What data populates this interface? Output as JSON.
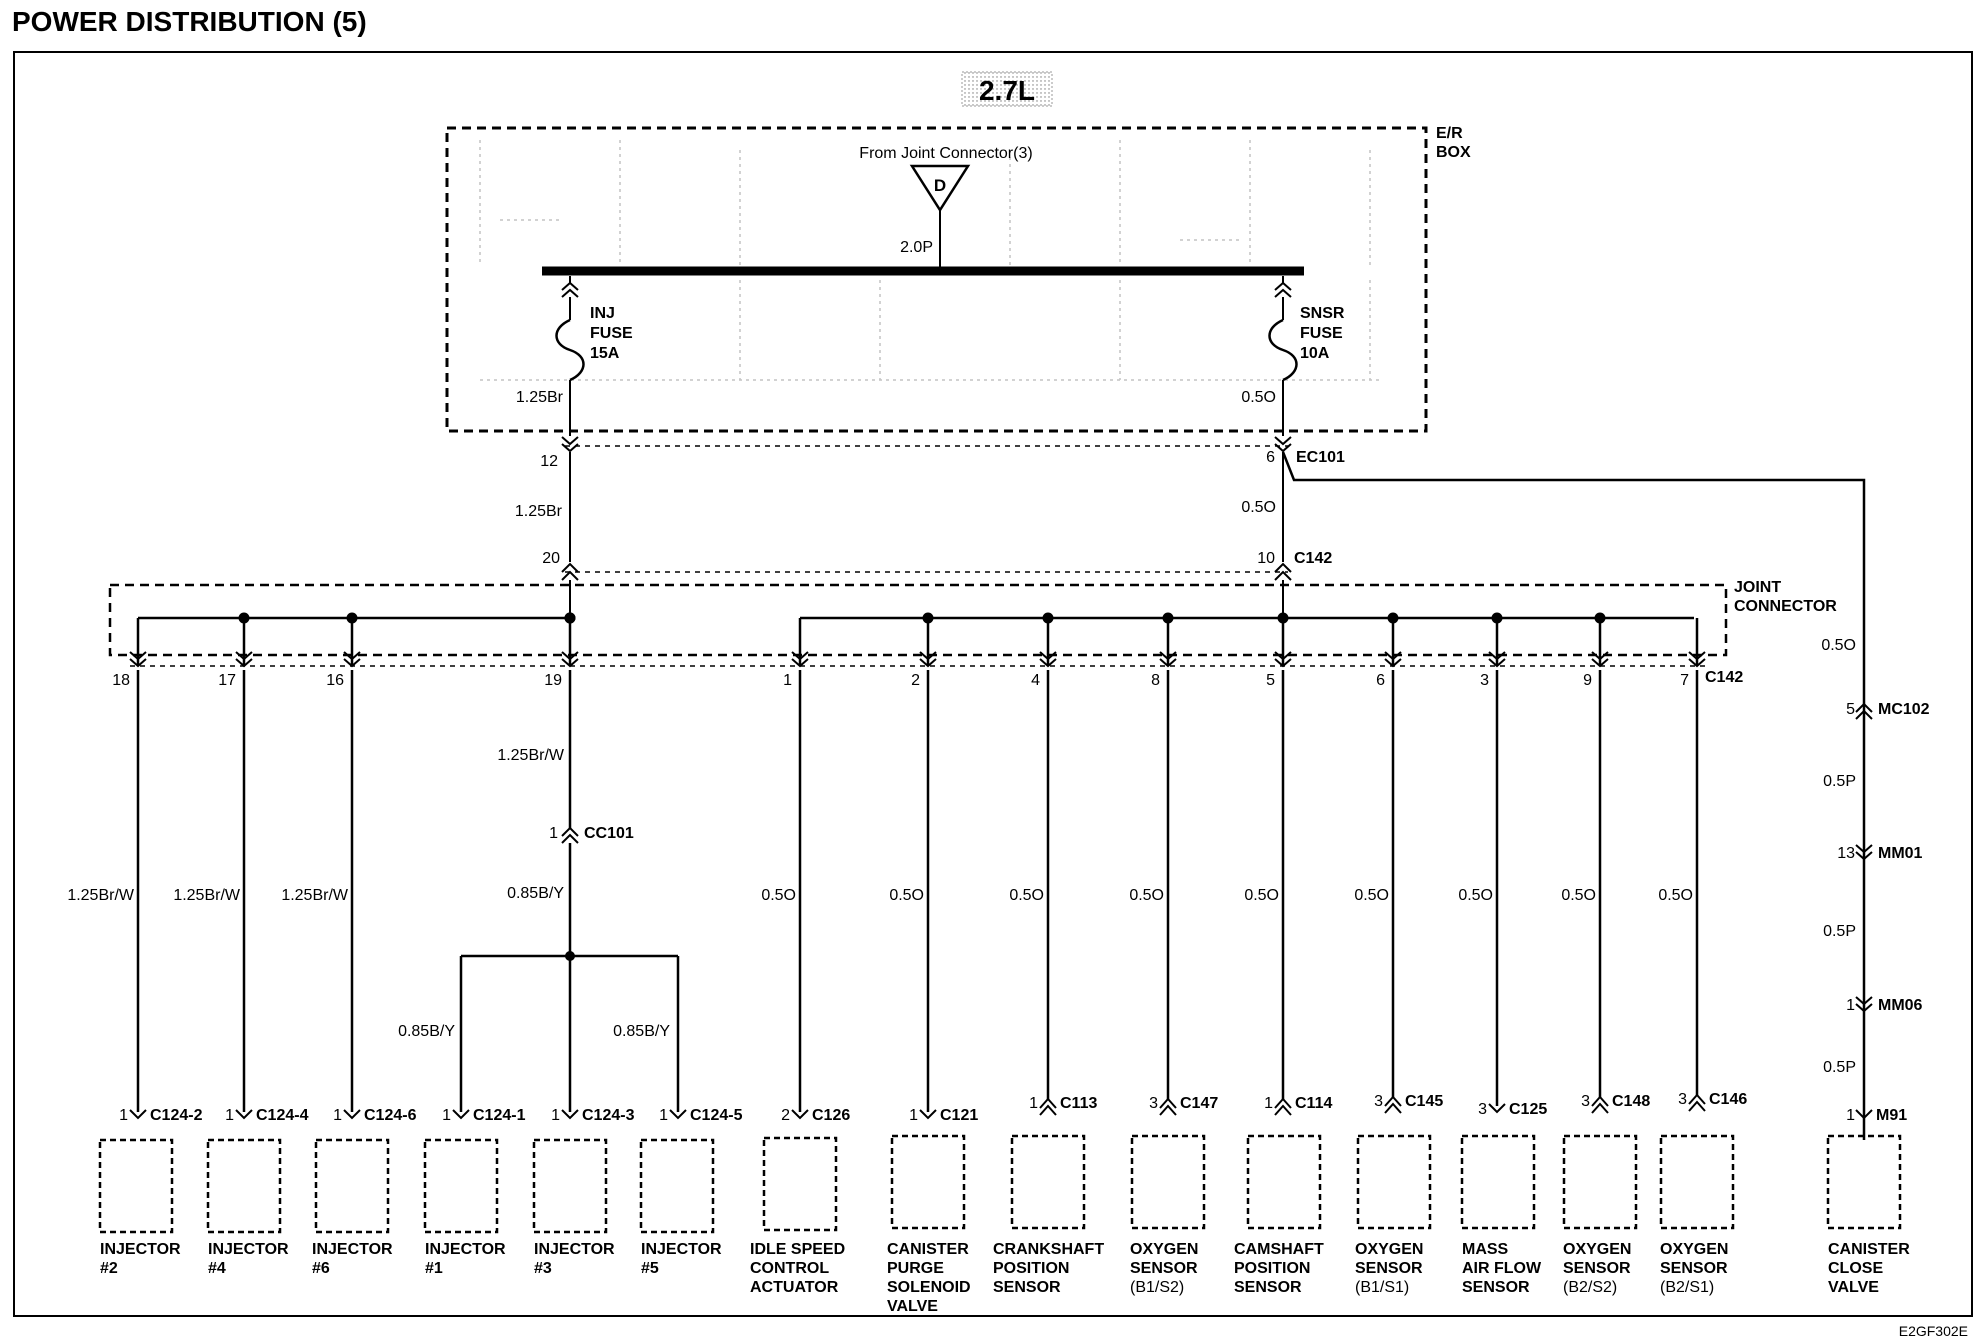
{
  "title": "POWER DISTRIBUTION (5)",
  "variant": "2.7L",
  "code": "E2GF302E",
  "er_box": {
    "line1": "E/R",
    "line2": "BOX"
  },
  "source": {
    "label": "From Joint Connector(3)",
    "symbol": "D",
    "wire": "2.0P"
  },
  "fuses": [
    {
      "l1": "INJ",
      "l2": "FUSE",
      "l3": "15A",
      "wire": "1.25Br"
    },
    {
      "l1": "SNSR",
      "l2": "FUSE",
      "l3": "10A",
      "wire": "0.5O"
    }
  ],
  "ec101": {
    "name": "EC101",
    "pin_left": "12",
    "pin_right": "6",
    "wire_left": "1.25Br",
    "wire_right": "0.5O"
  },
  "c142_top": {
    "name": "C142",
    "pin_left": "20",
    "pin_right": "10"
  },
  "joint_connector": {
    "line1": "JOINT",
    "line2": "CONNECTOR",
    "name": "C142"
  },
  "right_branch": {
    "wire1": "0.5O",
    "c1_pin": "5",
    "c1": "MC102",
    "wire2": "0.5P",
    "c2_pin": "13",
    "c2": "MM01",
    "wire3": "0.5P",
    "c3_pin": "1",
    "c3": "MM06",
    "wire4": "0.5P",
    "c4_pin": "1",
    "c4": "M91"
  },
  "cc101": {
    "wire_above": "1.25Br/W",
    "pin": "1",
    "name": "CC101",
    "wire_below": "0.85B/Y",
    "branch_wire": "0.85B/Y"
  },
  "branches": [
    {
      "jpin": "18",
      "wire": "1.25Br/W",
      "cpin": "1",
      "conn": "C124-2",
      "l1": "INJECTOR",
      "l2": "#2",
      "l3": "",
      "l4": ""
    },
    {
      "jpin": "17",
      "wire": "1.25Br/W",
      "cpin": "1",
      "conn": "C124-4",
      "l1": "INJECTOR",
      "l2": "#4",
      "l3": "",
      "l4": ""
    },
    {
      "jpin": "16",
      "wire": "1.25Br/W",
      "cpin": "1",
      "conn": "C124-6",
      "l1": "INJECTOR",
      "l2": "#6",
      "l3": "",
      "l4": ""
    },
    {
      "jpin": "",
      "wire": "",
      "cpin": "1",
      "conn": "C124-1",
      "l1": "INJECTOR",
      "l2": "#1",
      "l3": "",
      "l4": ""
    },
    {
      "jpin": "19",
      "wire": "",
      "cpin": "1",
      "conn": "C124-3",
      "l1": "INJECTOR",
      "l2": "#3",
      "l3": "",
      "l4": ""
    },
    {
      "jpin": "",
      "wire": "",
      "cpin": "1",
      "conn": "C124-5",
      "l1": "INJECTOR",
      "l2": "#5",
      "l3": "",
      "l4": ""
    },
    {
      "jpin": "1",
      "wire": "0.5O",
      "cpin": "2",
      "conn": "C126",
      "l1": "IDLE SPEED",
      "l2": "CONTROL",
      "l3": "ACTUATOR",
      "l4": ""
    },
    {
      "jpin": "2",
      "wire": "0.5O",
      "cpin": "1",
      "conn": "C121",
      "l1": "CANISTER",
      "l2": "PURGE",
      "l3": "SOLENOID",
      "l4": "VALVE"
    },
    {
      "jpin": "4",
      "wire": "0.5O",
      "cpin": "1",
      "conn": "C113",
      "l1": "CRANKSHAFT",
      "l2": "POSITION",
      "l3": "SENSOR",
      "l4": ""
    },
    {
      "jpin": "8",
      "wire": "0.5O",
      "cpin": "3",
      "conn": "C147",
      "l1": "OXYGEN",
      "l2": "SENSOR",
      "l3": "(B1/S2)",
      "l4": ""
    },
    {
      "jpin": "5",
      "wire": "0.5O",
      "cpin": "1",
      "conn": "C114",
      "l1": "CAMSHAFT",
      "l2": "POSITION",
      "l3": "SENSOR",
      "l4": ""
    },
    {
      "jpin": "6",
      "wire": "0.5O",
      "cpin": "3",
      "conn": "C145",
      "l1": "OXYGEN",
      "l2": "SENSOR",
      "l3": "(B1/S1)",
      "l4": ""
    },
    {
      "jpin": "3",
      "wire": "0.5O",
      "cpin": "3",
      "conn": "C125",
      "l1": "MASS",
      "l2": "AIR FLOW",
      "l3": "SENSOR",
      "l4": ""
    },
    {
      "jpin": "9",
      "wire": "0.5O",
      "cpin": "3",
      "conn": "C148",
      "l1": "OXYGEN",
      "l2": "SENSOR",
      "l3": "(B2/S2)",
      "l4": ""
    },
    {
      "jpin": "7",
      "wire": "0.5O",
      "cpin": "3",
      "conn": "C146",
      "l1": "OXYGEN",
      "l2": "SENSOR",
      "l3": "(B2/S1)",
      "l4": ""
    },
    {
      "jpin": "",
      "wire": "",
      "cpin": "",
      "conn": "",
      "l1": "CANISTER",
      "l2": "CLOSE",
      "l3": "VALVE",
      "l4": ""
    }
  ]
}
